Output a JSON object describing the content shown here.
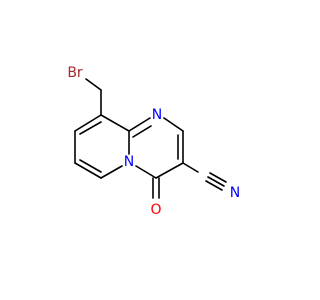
{
  "atoms": {
    "br": {
      "symbol": "Br",
      "color": "#a52a2a"
    },
    "n_top": {
      "symbol": "N",
      "color": "#0000ff"
    },
    "n_ring": {
      "symbol": "N",
      "color": "#0000ff"
    },
    "n_nitrile": {
      "symbol": "N",
      "color": "#0000ff"
    },
    "o_carbonyl": {
      "symbol": "O",
      "color": "#ff0000"
    }
  },
  "colors": {
    "bond": "#000000",
    "background": "#ffffff"
  }
}
